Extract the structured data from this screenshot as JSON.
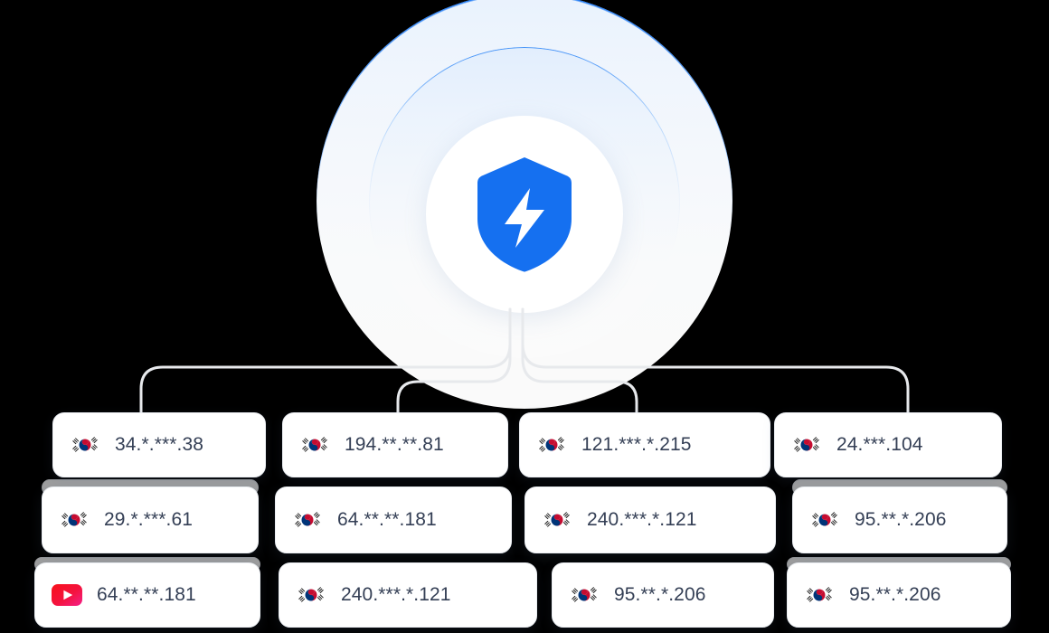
{
  "hub": {
    "icon": "shield-bolt-icon",
    "accent_color": "#1570F0",
    "ring_edge_color": "#1473F5",
    "core_color": "#FFFFFF"
  },
  "colors": {
    "background": "#000000",
    "card_background": "#FFFFFF",
    "card_border": "#ECEFF3",
    "ip_text": "#343F55",
    "connector": "#E8EAED"
  },
  "connections": {
    "rows": [
      {
        "row": 1,
        "items": [
          {
            "flag": "kr-flag-icon",
            "ip": "34.*.***.38"
          },
          {
            "flag": "kr-flag-icon",
            "ip": "194.**.**.81"
          },
          {
            "flag": "kr-flag-icon",
            "ip": "121.***.*.215"
          },
          {
            "flag": "kr-flag-icon",
            "ip": "24.***.104"
          }
        ]
      },
      {
        "row": 2,
        "items": [
          {
            "flag": "kr-flag-icon",
            "ip": "29.*.***.61"
          },
          {
            "flag": "kr-flag-icon",
            "ip": "64.**.**.181"
          },
          {
            "flag": "kr-flag-icon",
            "ip": "240.***.*.121"
          },
          {
            "flag": "kr-flag-icon",
            "ip": "95.**.*.206"
          }
        ]
      },
      {
        "row": 3,
        "items": [
          {
            "flag": "youtube-icon",
            "ip": "64.**.**.181"
          },
          {
            "flag": "kr-flag-icon",
            "ip": "240.***.*.121"
          },
          {
            "flag": "kr-flag-icon",
            "ip": "95.**.*.206"
          },
          {
            "flag": "kr-flag-icon",
            "ip": "95.**.*.206"
          }
        ]
      }
    ]
  }
}
